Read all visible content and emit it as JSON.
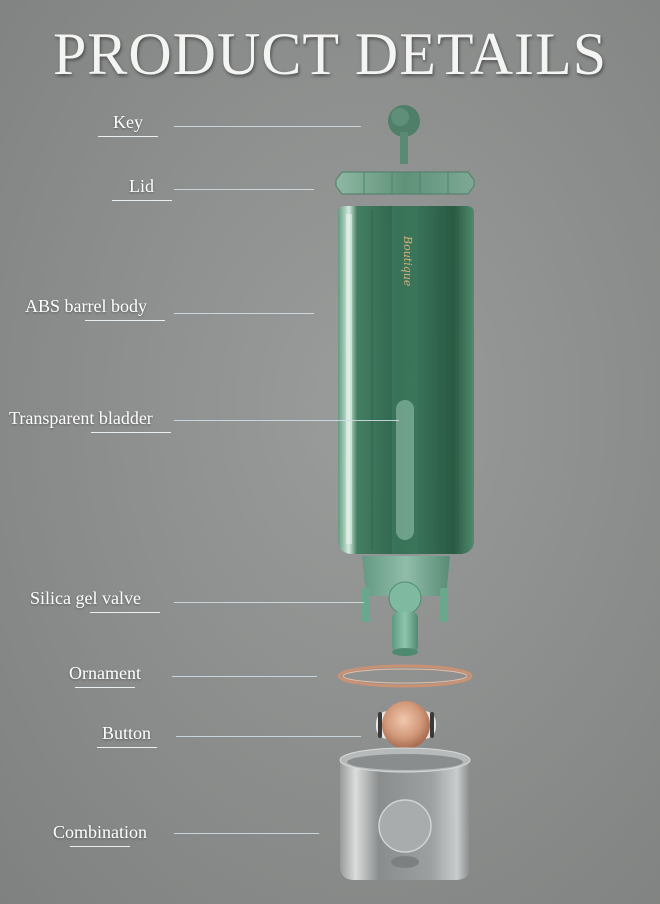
{
  "title": "PRODUCT DETAILS",
  "brand_text": "Boutique",
  "parts": [
    {
      "key": "key",
      "label": "Key"
    },
    {
      "key": "lid",
      "label": "Lid"
    },
    {
      "key": "barrel",
      "label": "ABS barrel body"
    },
    {
      "key": "bladder",
      "label": "Transparent bladder"
    },
    {
      "key": "valve",
      "label": "Silica gel valve"
    },
    {
      "key": "ornament",
      "label": "Ornament"
    },
    {
      "key": "button",
      "label": "Button"
    },
    {
      "key": "combination",
      "label": "Combination"
    }
  ],
  "colors": {
    "body_green": "#2e6b4f",
    "accent_rose_gold": "#c99275",
    "leader_line": "#cfdde3"
  }
}
